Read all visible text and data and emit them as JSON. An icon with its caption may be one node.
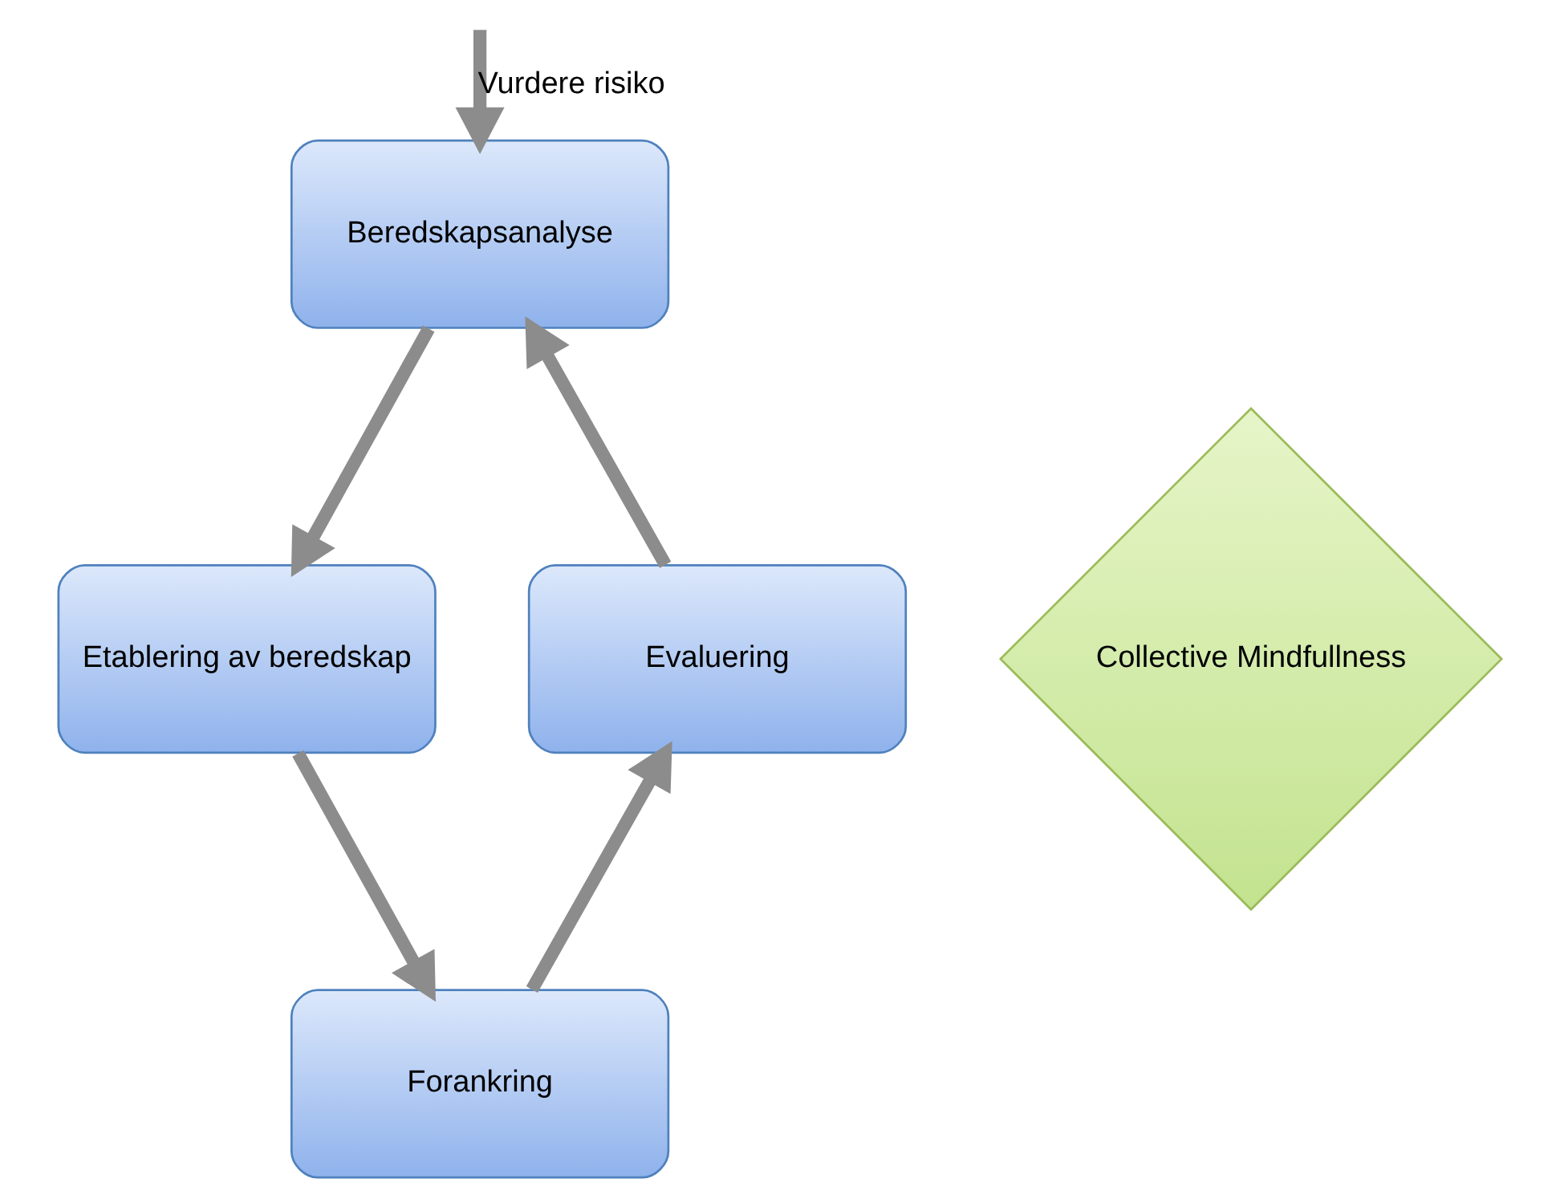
{
  "diagram": {
    "nodes": [
      {
        "text": [
          "Beredskapsanalyse"
        ]
      },
      {
        "text": [
          "Etablering av beredskap"
        ]
      },
      {
        "text": [
          "Forankring"
        ]
      },
      {
        "text": [
          "Evaluering"
        ]
      },
      {
        "text": [
          "Collective Mindfullness"
        ]
      }
    ],
    "edges": [
      {
        "from": null,
        "to": 0,
        "arrow": "to",
        "label": "Vurdere risiko"
      },
      {
        "from": 0,
        "to": 1,
        "arrow": "to"
      },
      {
        "from": 1,
        "to": 2,
        "arrow": "to"
      },
      {
        "from": 2,
        "to": 3,
        "arrow": "to"
      },
      {
        "from": 3,
        "to": 0,
        "arrow": "to"
      }
    ]
  }
}
